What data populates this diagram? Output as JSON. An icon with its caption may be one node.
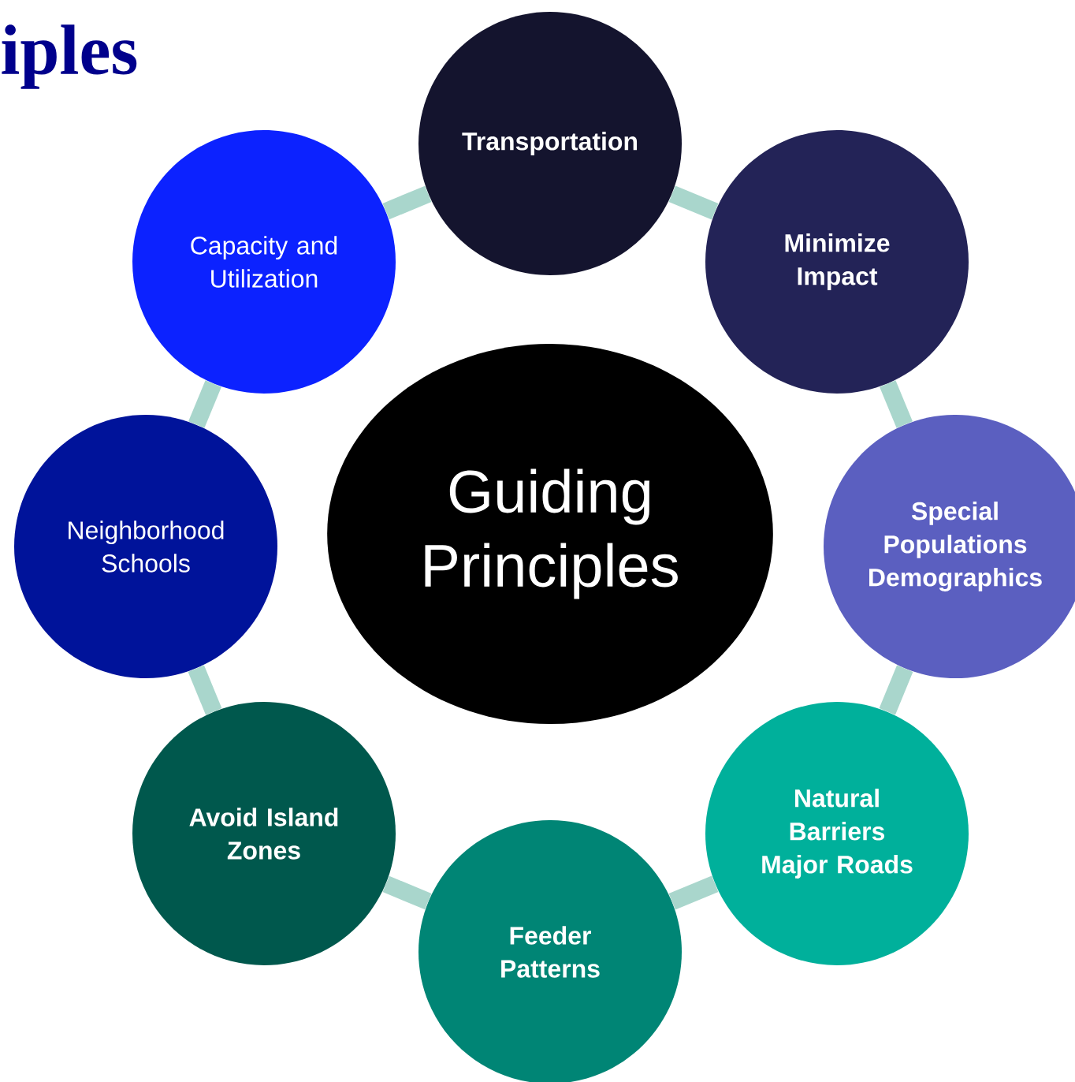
{
  "diagram": {
    "title": "iples",
    "nodes": [
      {
        "text": [
          "Guiding Principles"
        ]
      },
      {
        "text": [
          "Transportation"
        ]
      },
      {
        "text": [
          "Minimize Impact"
        ]
      },
      {
        "text": [
          "Special Populations Demographics"
        ]
      },
      {
        "text": [
          "Natural Barriers Major Roads"
        ]
      },
      {
        "text": [
          "Feeder Patterns"
        ]
      },
      {
        "text": [
          "Avoid Island Zones"
        ]
      },
      {
        "text": [
          "Neighborhood Schools"
        ]
      },
      {
        "text": [
          "Capacity and Utilization"
        ]
      }
    ],
    "edges": [
      {
        "from": 1,
        "to": 2,
        "arrow": "none"
      },
      {
        "from": 2,
        "to": 3,
        "arrow": "none"
      },
      {
        "from": 3,
        "to": 4,
        "arrow": "none"
      },
      {
        "from": 4,
        "to": 5,
        "arrow": "none"
      },
      {
        "from": 5,
        "to": 6,
        "arrow": "none"
      },
      {
        "from": 6,
        "to": 7,
        "arrow": "none"
      },
      {
        "from": 7,
        "to": 8,
        "arrow": "none"
      },
      {
        "from": 8,
        "to": 1,
        "arrow": "none"
      }
    ]
  }
}
